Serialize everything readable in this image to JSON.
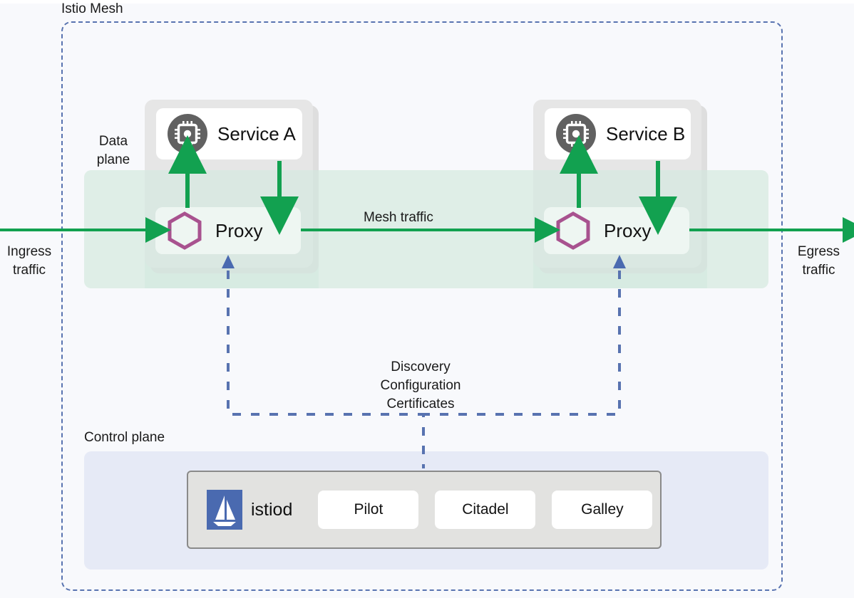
{
  "diagram": {
    "title": "Istio Mesh",
    "mesh_border_color": "#5873b0",
    "background": "#f8f9fc"
  },
  "planes": {
    "data_plane_label": "Data\nplane",
    "data_plane_label_line1": "Data",
    "data_plane_label_line2": "plane",
    "data_plane_color": "#dfeee7",
    "control_plane_label": "Control plane",
    "control_plane_color": "#e6eaf6"
  },
  "pods": [
    {
      "service_label": "Service A",
      "proxy_label": "Proxy",
      "service_icon": "chip-icon",
      "proxy_icon": "hexagon-icon"
    },
    {
      "service_label": "Service B",
      "proxy_label": "Proxy",
      "service_icon": "chip-icon",
      "proxy_icon": "hexagon-icon"
    }
  ],
  "traffic": {
    "ingress_line1": "Ingress",
    "ingress_line2": "traffic",
    "mesh_traffic": "Mesh traffic",
    "egress_line1": "Egress",
    "egress_line2": "traffic",
    "arrow_color": "#12a150"
  },
  "control_flow": {
    "line1": "Discovery",
    "line2": "Configuration",
    "line3": "Certificates",
    "line_color": "#5873b0"
  },
  "control_plane": {
    "istiod_label": "istiod",
    "istiod_logo": "sailboat-icon",
    "istiod_logo_color": "#4a6ab0",
    "components": [
      {
        "label": "Pilot"
      },
      {
        "label": "Citadel"
      },
      {
        "label": "Galley"
      }
    ]
  }
}
